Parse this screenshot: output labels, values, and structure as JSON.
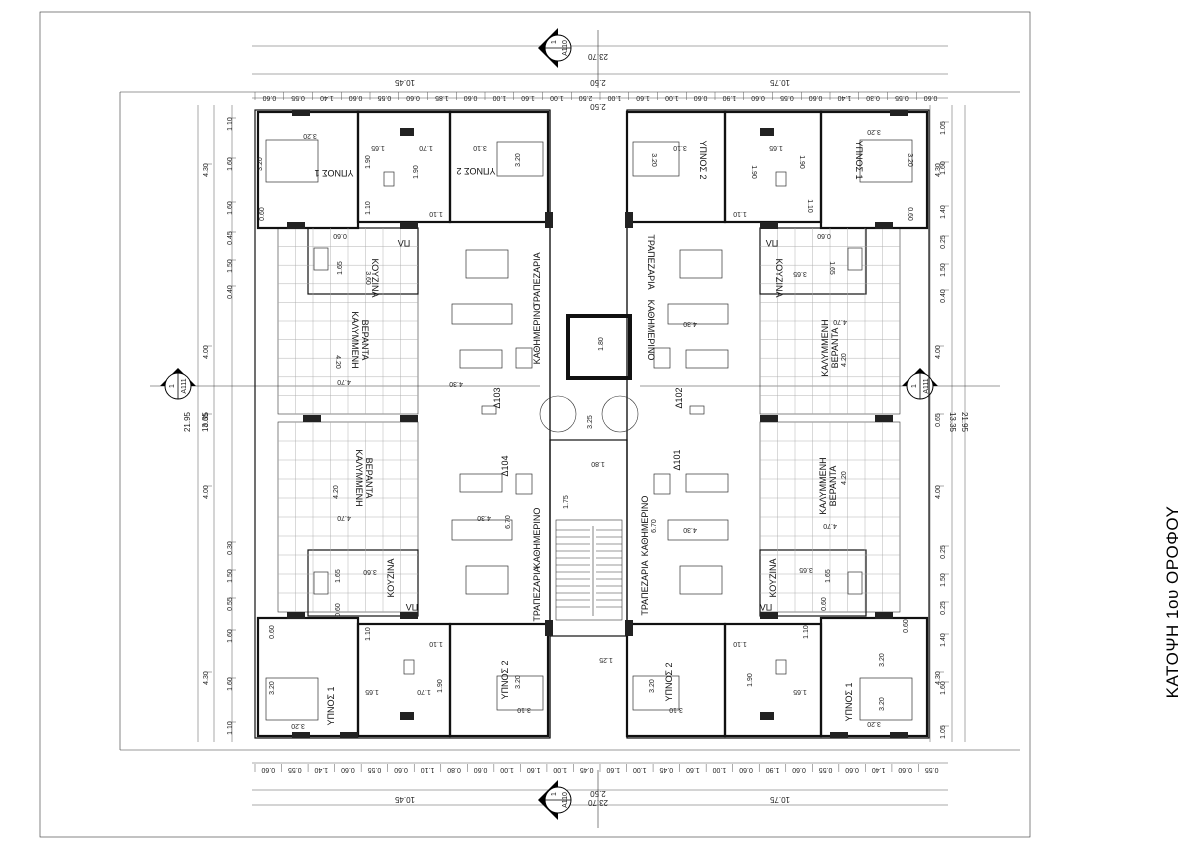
{
  "title": "ΚΑΤΟΨΗ 1ου ΟΡΟΦΟΥ",
  "section_marks": [
    {
      "num": "1",
      "ref": "A110"
    },
    {
      "num": "1",
      "ref": "A111"
    }
  ],
  "dims": {
    "overall_width": "23.70",
    "left_width": "10.45",
    "core_width": "2.50",
    "right_width": "10.75",
    "overall_height": "21.95",
    "inner_height": "13.35",
    "top_segments": [
      "0.60",
      "0.55",
      "1.40",
      "0.60",
      "0.55",
      "0.60",
      "1.85",
      "0.60",
      "1.00",
      "1.60",
      "1.00",
      "2.50",
      "1.00",
      "1.60",
      "1.00",
      "0.60",
      "1.90",
      "0.60",
      "0.55",
      "0.60",
      "1.40",
      "0.30",
      "0.55",
      "0.60"
    ],
    "bottom_segments": [
      "0.60",
      "0.55",
      "1.40",
      "0.60",
      "0.55",
      "0.60",
      "1.10",
      "0.80",
      "0.60",
      "1.00",
      "1.60",
      "1.00",
      "0.45",
      "1.60",
      "1.00",
      "0.45",
      "1.60",
      "1.00",
      "0.60",
      "1.90",
      "0.60",
      "0.55",
      "0.60",
      "1.40",
      "0.60",
      "0.55"
    ],
    "left_outer": [
      "4.30",
      "4.00",
      "0.65",
      "4.00",
      "4.30"
    ],
    "left_inner": [
      "1.10",
      "1.60",
      "1.60",
      "0.45",
      "1.50",
      "0.40",
      "0.30",
      "1.50",
      "0.55",
      "1.60",
      "1.60",
      "1.10"
    ],
    "right_outer": [
      "4.30",
      "4.00",
      "0.65",
      "4.00",
      "4.30"
    ],
    "right_inner": [
      "1.05",
      "1.60",
      "1.40",
      "0.25",
      "1.50",
      "0.40",
      "0.25",
      "1.50",
      "0.25",
      "1.40",
      "1.60",
      "1.05"
    ]
  },
  "rooms": {
    "bed1": "ΥΠΝΟΣ 1",
    "bed2": "ΥΠΝΟΣ 2",
    "kitchen": "ΚΟΥΖΙΝΑ",
    "dining": "ΤΡΑΠΕΖΑΡΙΑ",
    "living": "ΚΑΘΗΜΕΡΙΝΟ",
    "veranda_1": "ΚΑΛΥΜΜΕΝΗ",
    "veranda_2": "ΒΕΡΑΝΤΑ",
    "closet": "ΠΛ",
    "unit_103": "Δ103",
    "unit_102": "Δ102",
    "unit_104": "Δ104",
    "unit_101": "Δ101"
  },
  "room_dims": {
    "bed1_w": "3.20",
    "bed1_h": "3.20",
    "bed2_w": "3.10",
    "bed2_h": "3.20",
    "bed2_alt_h": "3.20",
    "bath_a": "1.65",
    "bath_b": "1.70",
    "bath_h": "1.90",
    "hall_w": "1.10",
    "small_h": "1.10",
    "small_w": "0.60",
    "kitchen_w": "3.60",
    "kitchen_w_r": "3.65",
    "kitchen_h": "1.65",
    "kitchen_cab": "0.60",
    "veranda_w": "4.70",
    "veranda_h": "4.20",
    "living_w": "4.30",
    "living_h": "6.70",
    "core_top": "1.80",
    "core_mid": "3.25",
    "core_gap": "1.80",
    "stair": "1.75",
    "lower_core": "1.25"
  }
}
